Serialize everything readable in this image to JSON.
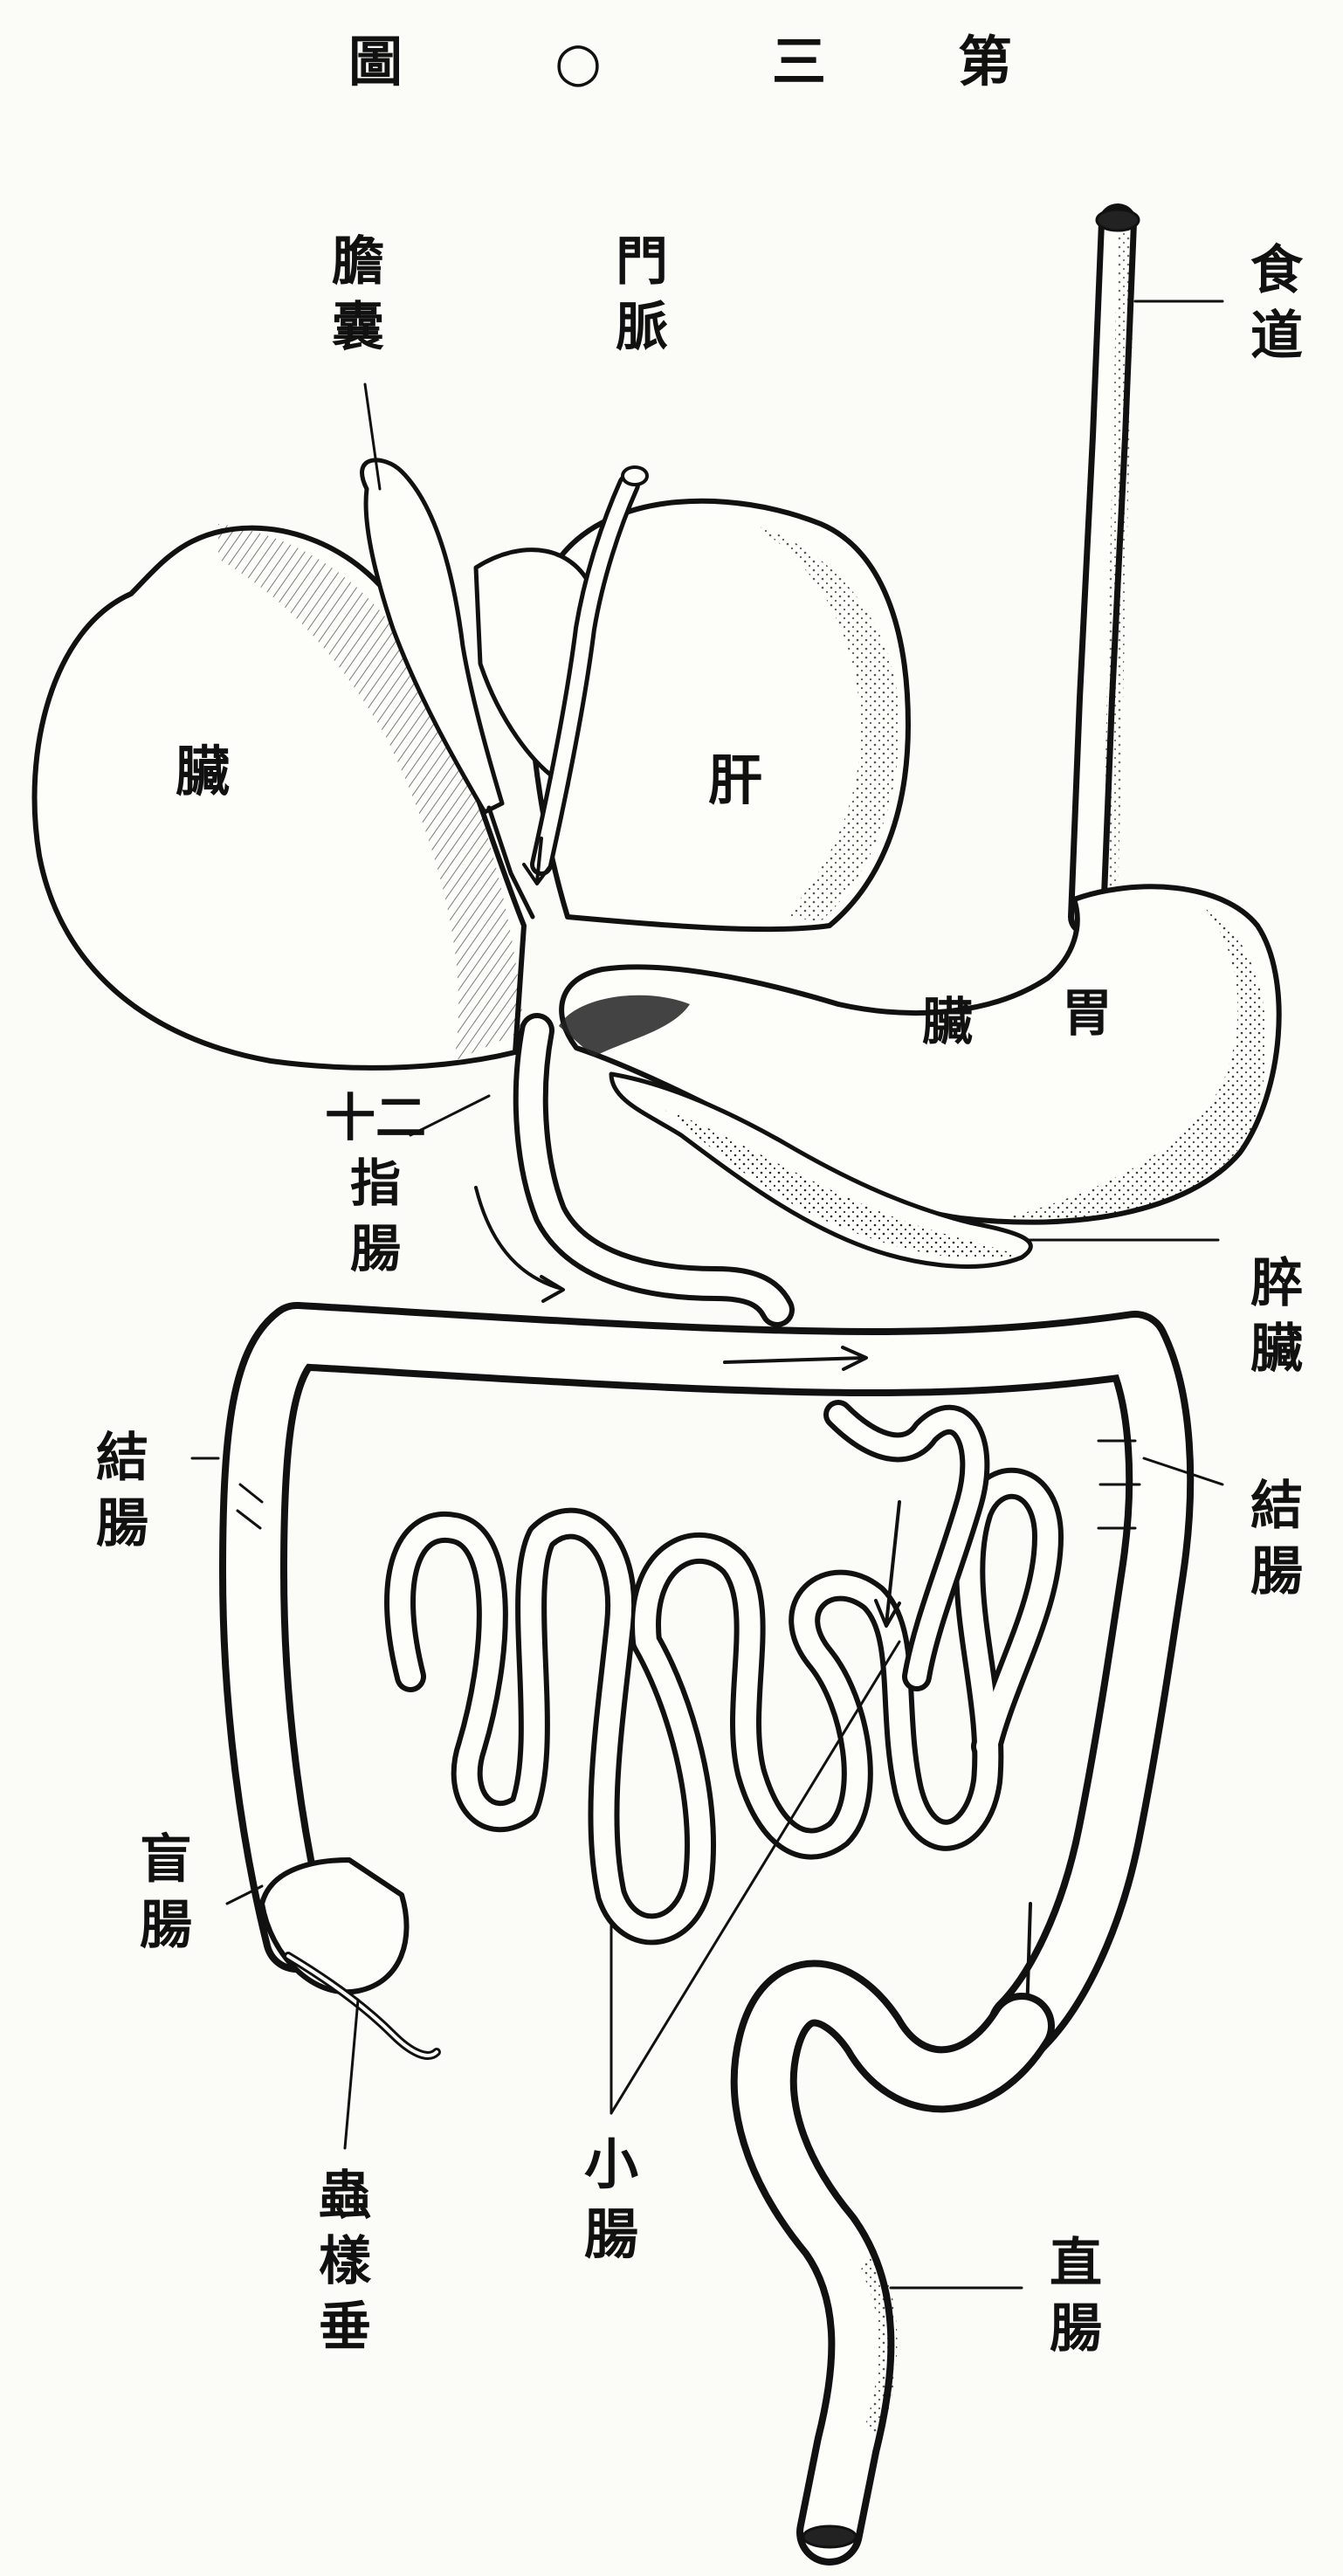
{
  "figure": {
    "title_chars": [
      "圖",
      "○",
      "三",
      "第"
    ]
  },
  "labels": {
    "gallbladder": [
      "膽",
      "囊"
    ],
    "portal_vein": [
      "門",
      "脈"
    ],
    "esophagus": [
      "食",
      "道"
    ],
    "liver_left": "臟",
    "liver_right": "肝",
    "stomach": [
      "臟",
      "胃"
    ],
    "duodenum": [
      "十二",
      "指",
      "腸"
    ],
    "pancreas": [
      "脺",
      "臟"
    ],
    "colon_left": [
      "結",
      "腸"
    ],
    "colon_right": [
      "結",
      "腸"
    ],
    "cecum": [
      "盲",
      "腸"
    ],
    "appendix": [
      "蟲",
      "樣",
      "垂"
    ],
    "small_intestine": [
      "小",
      "腸"
    ],
    "rectum": [
      "直",
      "腸"
    ]
  }
}
